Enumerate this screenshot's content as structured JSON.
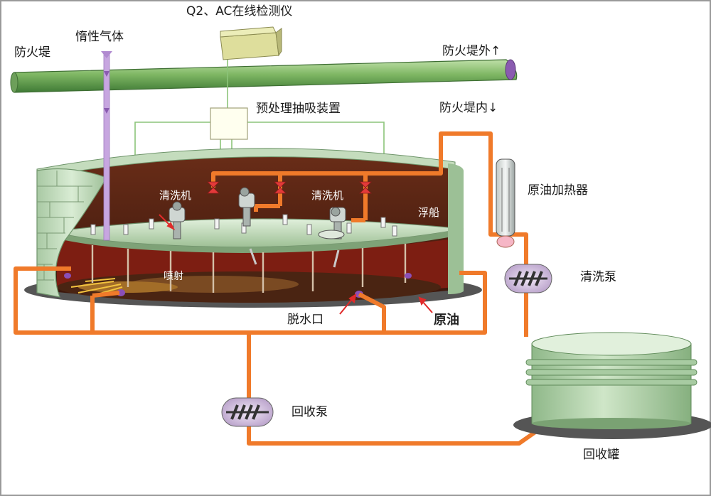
{
  "labels": {
    "analyzer": "Q2、AC在线检测仪",
    "inert_gas": "惰性气体",
    "firewall": "防火堤",
    "firewall_outside": "防火堤外↑",
    "firewall_inside": "防火堤内↓",
    "pretreatment": "预处理抽吸装置",
    "washer_left": "清洗机",
    "washer_right": "清洗机",
    "floating_roof": "浮船",
    "heater": "原油加热器",
    "wash_pump": "清洗泵",
    "spray": "喷射",
    "drain_port": "脱水口",
    "crude_oil": "原油",
    "recovery_pump": "回收泵",
    "recovery_tank": "回收罐"
  },
  "colors": {
    "pipe_orange": "#f07a2a",
    "firewall_green": "#5e9a4a",
    "tank_green": "#c5dfc0",
    "inert_purple": "#b18ad0",
    "analyzer_box": "#dede9c",
    "oil_dark": "#3e1d12",
    "signal_line": "#8cc47a",
    "valve_red": "#e33a3a",
    "pump_purple": "#d9c7e6",
    "frame_gray": "#9a9a9a"
  }
}
